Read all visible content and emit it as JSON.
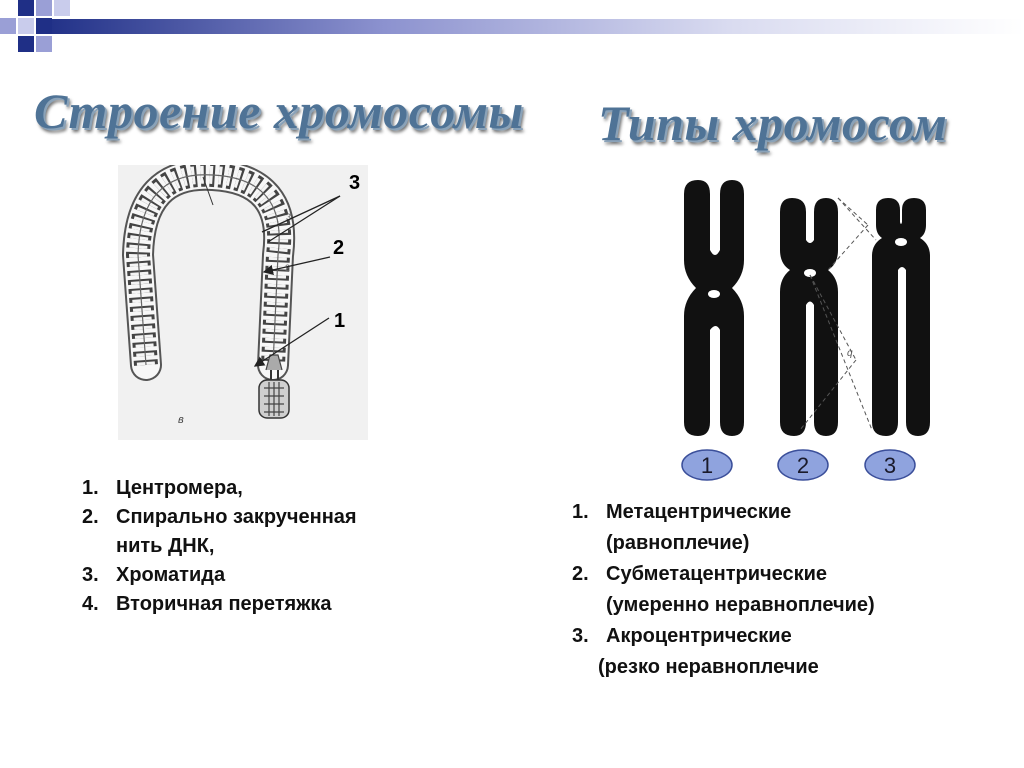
{
  "slide": {
    "heading_left": "Строение хромосомы",
    "heading_right": "Типы хромосом",
    "structure_callouts": [
      "3",
      "2",
      "1"
    ],
    "structure_list": [
      {
        "num": "1.",
        "text": "Центромера,"
      },
      {
        "num": "2.",
        "text": "Спирально закрученная",
        "text2": "нить ДНК,"
      },
      {
        "num": "3.",
        "text": "Хроматида"
      },
      {
        "num": "4.",
        "text": "Вторичная перетяжка"
      }
    ],
    "type_badges": [
      "1",
      "2",
      "3"
    ],
    "types_list": [
      {
        "num": "1.",
        "text": "Метацентрические",
        "text2": "(равноплечие)"
      },
      {
        "num": "2.",
        "text": "Субметацентрические",
        "text2": "(умеренно неравноплечие)"
      },
      {
        "num": "3.",
        "text": "Акроцентрические",
        "text2": "(резко неравноплечие"
      }
    ],
    "colors": {
      "heading": "#4f7396",
      "bar_navy": "#1f2f86",
      "bar_lavender": "#9a9fd6",
      "badge_fill": "#8fa3de",
      "badge_stroke": "#3b4f9a"
    }
  }
}
